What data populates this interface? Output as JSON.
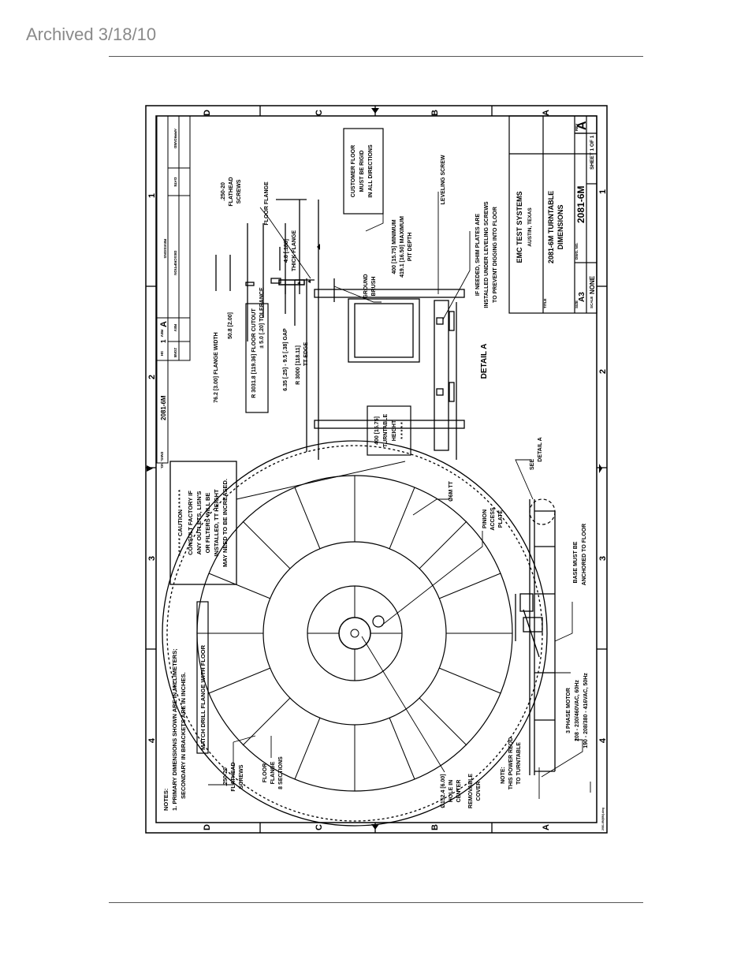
{
  "header": {
    "archived_label": "Archived 3/18/10"
  },
  "drawing": {
    "zone_letters": [
      "D",
      "C",
      "B",
      "A"
    ],
    "zone_numbers": [
      "1",
      "2",
      "3",
      "4"
    ],
    "notes": {
      "heading": "NOTES:",
      "line1": "1.  PRIMARY DIMENSIONS SHOWN ARE IN MILLIMETERS;",
      "line2": "SECONDARY IN BRACKETS ARE IN INCHES.",
      "boxed": "MATCH DRILL FLANGE WITH FLOOR"
    },
    "caution": {
      "line1": "* * * * * CAUTION * * * * *",
      "line2": "CONSULT FACTORY IF",
      "line3": "ANY OUTLETS, LISN'S",
      "line4": "OR FILTERS WILL BE",
      "line5": "INSTALLED, TT HEIGHT",
      "line6": "MAY NEED TO BE INCREASED."
    },
    "labels": {
      "screws_a": ".250-20",
      "screws_b": "FLATHEAD",
      "screws_c": "SCREWS",
      "flange_a": "FLOOR",
      "flange_b": "FLANGE",
      "flange_c": "8 SECTIONS",
      "hole_a": "Ø152.4 [6.00]",
      "hole_b": "HOLE IN",
      "hole_c": "CENTER",
      "cover_a": "REMOVABLE",
      "cover_b": "COVER",
      "power_a": "NOTE:",
      "power_b": "THIS POWER REQD",
      "power_c": "TO TURNTABLE",
      "motor_a": "3 PHASE MOTOR",
      "motor_b": "208 - 230/460VAC, 60Hz",
      "motor_c": "190 - 208/380 - 416VAC, 50Hz",
      "base_a": "BASE MUST BE",
      "base_b": "ANCHORED TO FLOOR",
      "pinion_a": "PINION",
      "pinion_b": "ACCESS",
      "pinion_c": "PLATE",
      "tt": "Ø6M TT",
      "see_a": "SEE",
      "see_b": "DETAIL A",
      "tt_height_a": "400 [15.75]",
      "tt_height_b": "TURNTABLE",
      "tt_height_c": "HEIGHT",
      "tt_height_d": "* * * * *",
      "flange_width": "76.2 [3.00] FLANGE WIDTH",
      "dim_508": "50.8 [2.00]",
      "cutout_a": "R 3031.8 [119.36] FLOOR CUTOUT",
      "cutout_b": "± 5.0 [.20] TOLERANCE",
      "gap": "6.35 [.25] - 9.5 [.38] GAP",
      "tt_edge_a": "R 3000 [118.11]",
      "tt_edge_b": "TT EDGE",
      "detail_a": "DETAIL A",
      "brush_a": "GROUND",
      "brush_b": "BRUSH",
      "thick_a": "4.8 [.188]",
      "thick_b": "THICK FLANGE",
      "floor_flange": "FLOOR FLANGE",
      "fl_screws_a": ".250-20",
      "fl_screws_b": "FLATHEAD",
      "fl_screws_c": "SCREWS",
      "customer_a": "CUSTOMER FLOOR",
      "customer_b": "MUST BE RIGID",
      "customer_c": "IN ALL DIRECTIONS",
      "pit_a": "400 [15.75] MINIMUM",
      "pit_b": "419.1 [16.50] MAXIMUM",
      "pit_c": "PIT DEPTH",
      "leveling": "LEVELING SCREW",
      "shim_a": "IF NEEDED, SHIM PLATES ARE",
      "shim_b": "INSTALLED UNDER LEVELING SCREWS",
      "shim_c": "TO PREVENT DIGGING INTO FLOOR"
    },
    "revisions": {
      "title": "REVISIONS",
      "cols": [
        "DESCRIPTION",
        "DATE",
        "APPROVED"
      ],
      "dwg_no_label": "DWG. NO.",
      "dwg_no": "2081-6M",
      "sh_label": "SH",
      "sh": "1",
      "rev_label": "REV",
      "rev": "A",
      "zone_label": "ZONE",
      "rev_col": "REV"
    },
    "title_block": {
      "company": "EMC TEST SYSTEMS",
      "city": "AUSTIN, TEXAS",
      "title_label": "TITLE",
      "title_a": "2081-6M TURNTABLE",
      "title_b": "DIMENSIONS",
      "size_label": "SIZE",
      "size": "A3",
      "dwg_label": "DWG. NO.",
      "dwg": "2081-6M",
      "rev_label": "REV",
      "rev": "A",
      "scale_label": "SCALE",
      "scale": "NONE",
      "sheet": "SHEET  1  OF  1"
    },
    "file_ref": "2081-6M(6M).dwg"
  }
}
